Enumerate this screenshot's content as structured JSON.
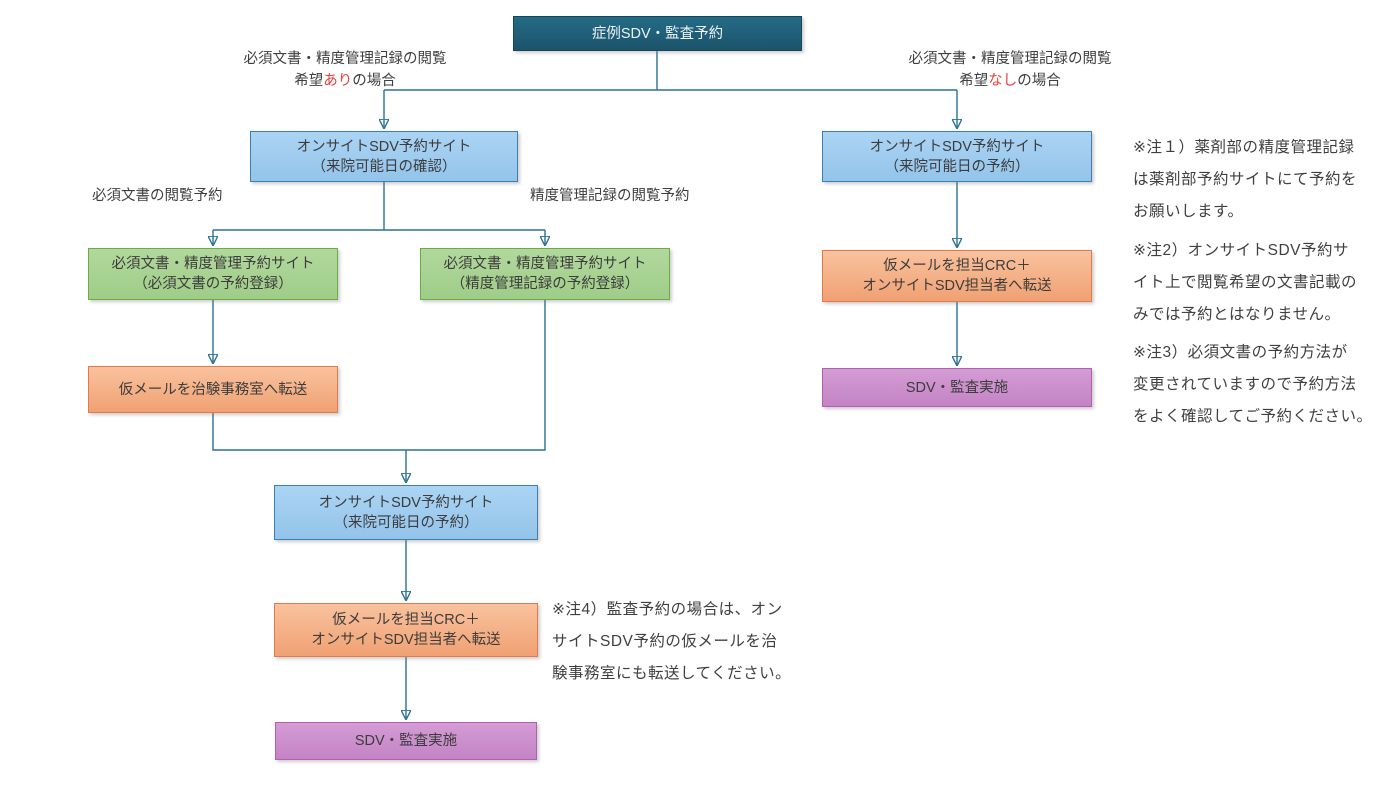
{
  "palette": {
    "connector": "#2C7095",
    "top_box_fill": "#1F5B74",
    "blue_fill": "#9ECBEF",
    "blue_border": "#3F7FB0",
    "green_fill": "#A9D494",
    "green_border": "#6CAC45",
    "orange_fill": "#F5AF8A",
    "orange_border": "#E5794B",
    "purple_fill": "#CA8BCB",
    "purple_border": "#B25FB2",
    "highlight_red": "#E5413C",
    "text": "#3C3C3C"
  },
  "flow": {
    "top": "症例SDV・監査予約",
    "branch_left": {
      "line1": "必須文書・精度管理記録の閲覧",
      "pre": "希望",
      "highlight": "あり",
      "post": "の場合"
    },
    "branch_right": {
      "line1": "必須文書・精度管理記録の閲覧",
      "pre": "希望",
      "highlight": "なし",
      "post": "の場合"
    },
    "blue_left": "オンサイトSDV予約サイト\n（来院可能日の確認）",
    "blue_right": "オンサイトSDV予約サイト\n（来院可能日の予約）",
    "label_docs": "必須文書の閲覧予約",
    "label_qc": "精度管理記録の閲覧予約",
    "green_docs": "必須文書・精度管理予約サイト\n（必須文書の予約登録）",
    "green_qc": "必須文書・精度管理予約サイト\n（精度管理記録の予約登録）",
    "orange_office": "仮メールを治験事務室へ転送",
    "blue_center": "オンサイトSDV予約サイト\n（来院可能日の予約）",
    "orange_crc_center": "仮メールを担当CRC＋\nオンサイトSDV担当者へ転送",
    "purple_center": "SDV・監査実施",
    "orange_crc_right": "仮メールを担当CRC＋\nオンサイトSDV担当者へ転送",
    "purple_right": "SDV・監査実施"
  },
  "notes": {
    "note1": "※注１）薬剤部の精度管理記録\nは薬剤部予約サイトにて予約を\nお願いします。",
    "note2": "※注2）オンサイトSDV予約サ\nイト上で閲覧希望の文書記載の\nみでは予約とはなりません。",
    "note3": "※注3）必須文書の予約方法が\n変更されていますので予約方法\nをよく確認してご予約ください。",
    "note4": "※注4）監査予約の場合は、オン\nサイトSDV予約の仮メールを治\n験事務室にも転送してください。"
  }
}
